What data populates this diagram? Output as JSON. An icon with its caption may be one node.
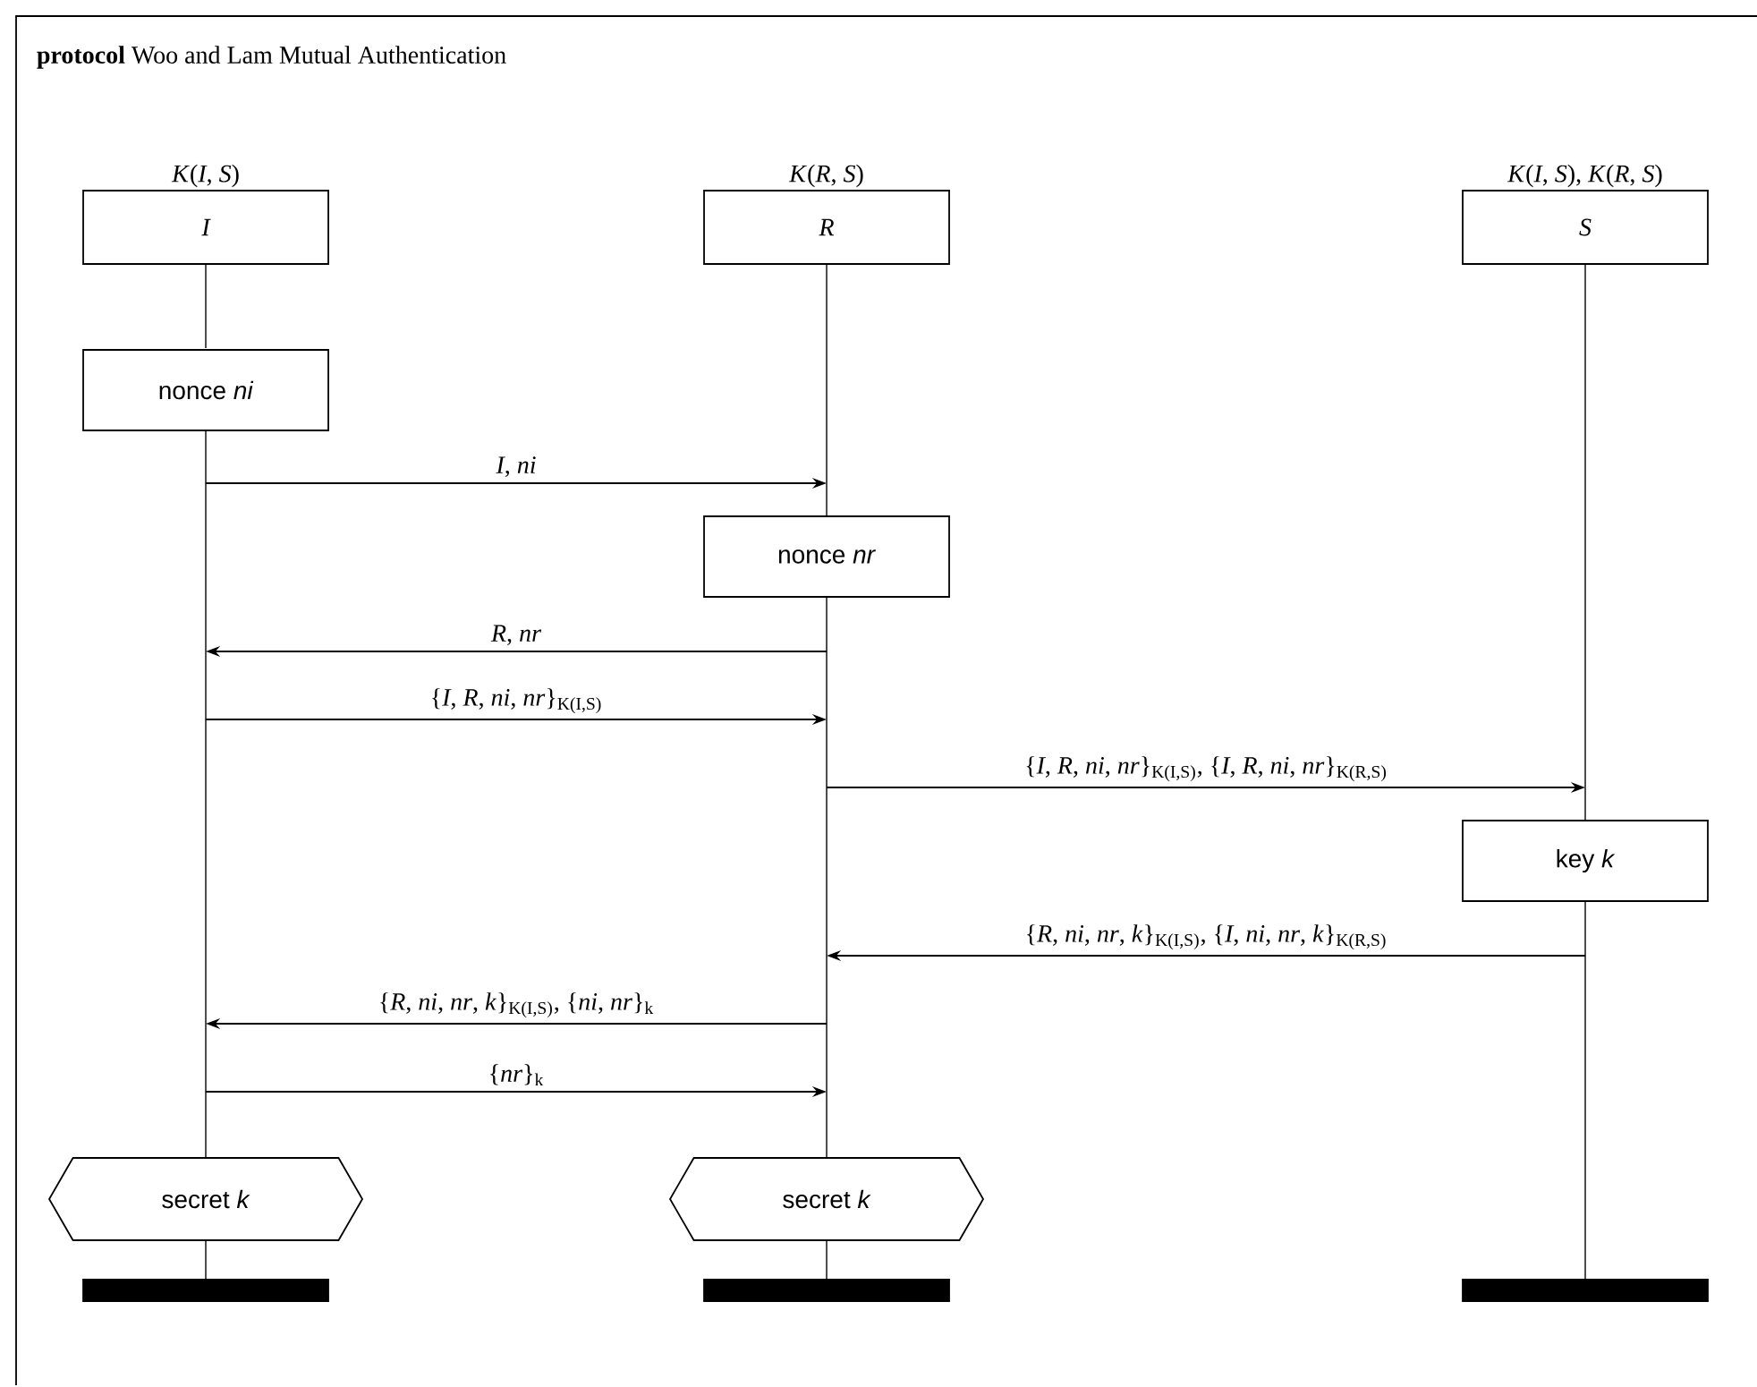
{
  "diagram": {
    "title": "**protocol** Woo and Lam Mutual Authentication",
    "nodes": [
      {
        "text": [
          "*K*(*I*, *S*)",
          "I"
        ]
      },
      {
        "text": [
          "*K*(*R*, *S*)",
          "R"
        ]
      },
      {
        "text": [
          "*K*(*I*, *S*), *K*(*R*, *S*)",
          "S"
        ]
      },
      {
        "text": [
          "nonce *ni*"
        ]
      },
      {
        "text": [
          "nonce *nr*"
        ]
      },
      {
        "text": [
          "key *k*"
        ]
      },
      {
        "text": [
          "secret *k*"
        ]
      },
      {
        "text": [
          "secret *k*"
        ]
      },
      {
        "text": [],
        "shape": "bar"
      },
      {
        "text": [],
        "shape": "bar"
      },
      {
        "text": [],
        "shape": "bar"
      },
      {
        "text": [],
        "shape": "line"
      },
      {
        "text": [],
        "shape": "line"
      },
      {
        "text": [],
        "shape": "line"
      },
      {
        "text": [],
        "shape": "line"
      },
      {
        "text": [],
        "shape": "line"
      },
      {
        "text": [],
        "shape": "line"
      },
      {
        "text": [],
        "shape": "line"
      },
      {
        "text": [],
        "shape": "line"
      }
    ],
    "edges": [
      {
        "from": 12,
        "to": 14,
        "arrow": "to",
        "label": "*I*, *ni*"
      },
      {
        "from": 15,
        "to": 12,
        "arrow": "to",
        "label": "*R*, *nr*"
      },
      {
        "from": 12,
        "to": 15,
        "arrow": "to",
        "label": "{*I*, *R*, *ni*, *nr*}$_{K(I,S)}$"
      },
      {
        "from": 15,
        "to": 17,
        "arrow": "to",
        "label": "{*I*, *R*, *ni*, *nr*}$_{K(I,S)}$, {*I*, *R*, *ni*, *nr*}$_{K(R,S)}$"
      },
      {
        "from": 18,
        "to": 15,
        "arrow": "to",
        "label": "{*R*, *ni*, *nr*, *k*}$_{K(I,S)}$, {*I*, *ni*, *nr*, *k*}$_{K(R,S)}$"
      },
      {
        "from": 15,
        "to": 12,
        "arrow": "to",
        "label": "{*R*, *ni*, *nr*, *k*}$_{K(I,S)}$, {*ni*, *nr*}$_{k}$"
      },
      {
        "from": 12,
        "to": 15,
        "arrow": "to",
        "label": "{*nr*}$_{k}$"
      }
    ]
  }
}
